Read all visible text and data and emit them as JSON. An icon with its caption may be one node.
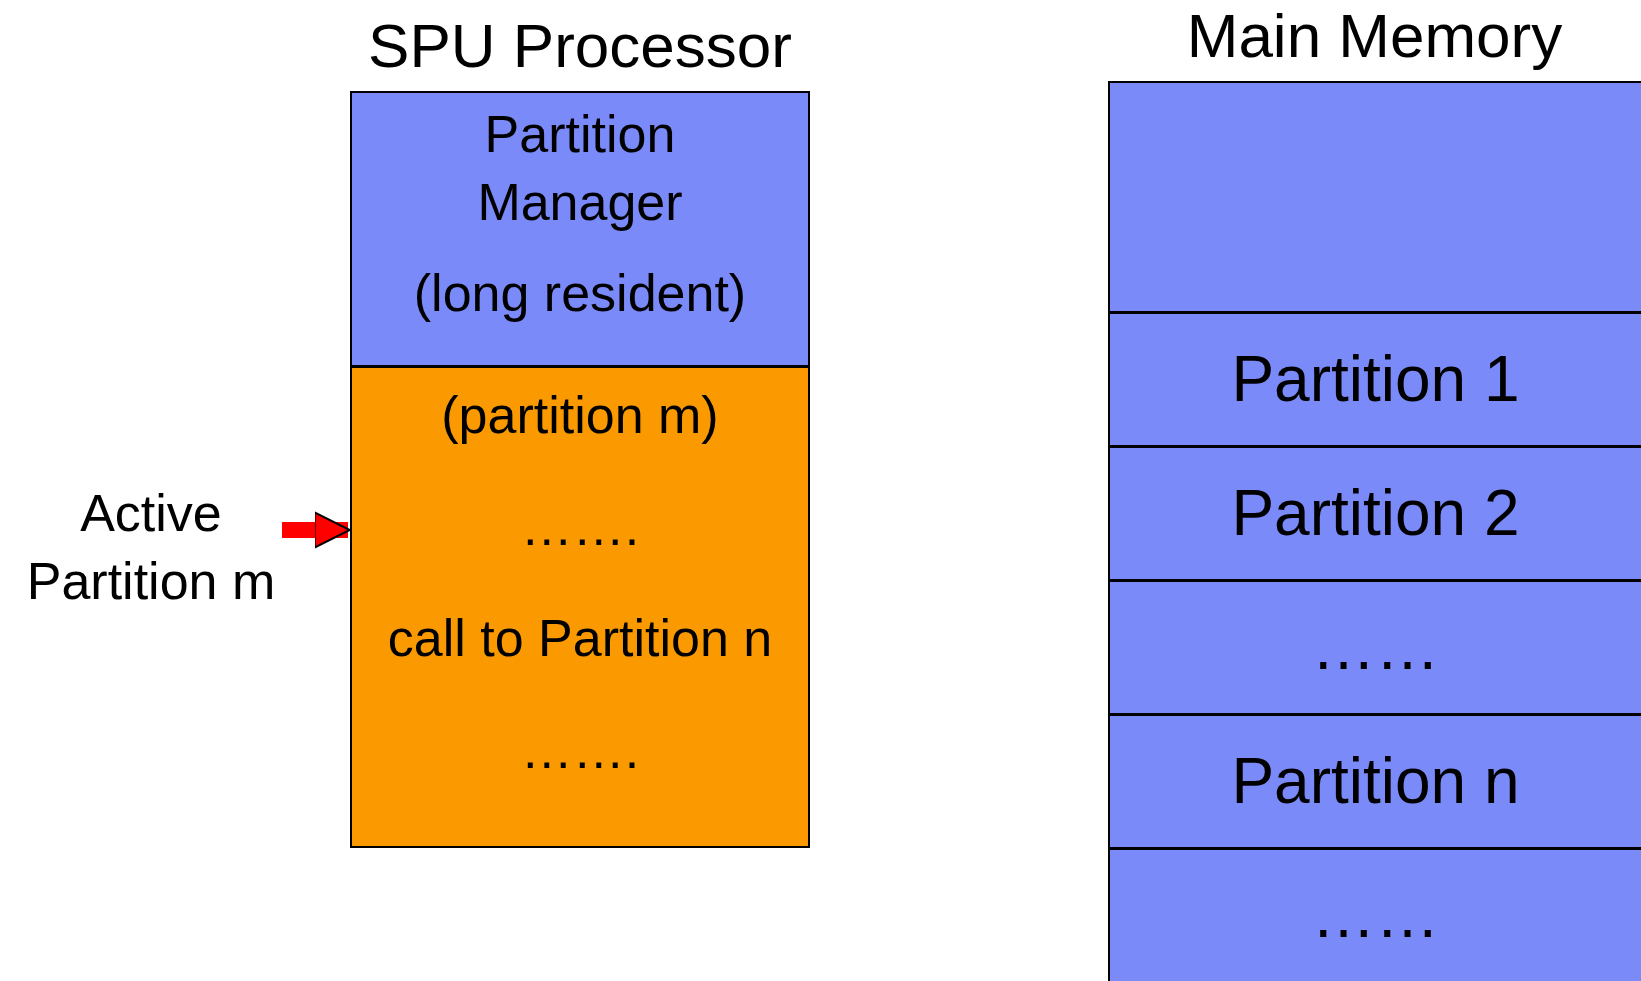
{
  "diagram": {
    "nodes": [
      {
        "text": [
          "SPU Processor"
        ]
      },
      {
        "text": [
          "Partition Manager",
          "(long resident)"
        ],
        "in": 0
      },
      {
        "text": [
          "(partition m)",
          "…….",
          "call to Partition n",
          "……."
        ],
        "in": 0
      },
      {
        "text": [
          "Active Partition m"
        ]
      },
      {
        "text": [
          "Main Memory"
        ]
      },
      {
        "text": [],
        "shape": "box",
        "in": 4
      },
      {
        "text": [
          "Partition 1"
        ],
        "in": 4
      },
      {
        "text": [
          "Partition 2"
        ],
        "in": 4
      },
      {
        "text": [
          "……"
        ],
        "in": 4
      },
      {
        "text": [
          "Partition n"
        ],
        "in": 4
      },
      {
        "text": [
          "……"
        ],
        "in": 4
      }
    ],
    "edges": [
      {
        "from": 3,
        "to": 2,
        "arrow": "to"
      }
    ]
  }
}
